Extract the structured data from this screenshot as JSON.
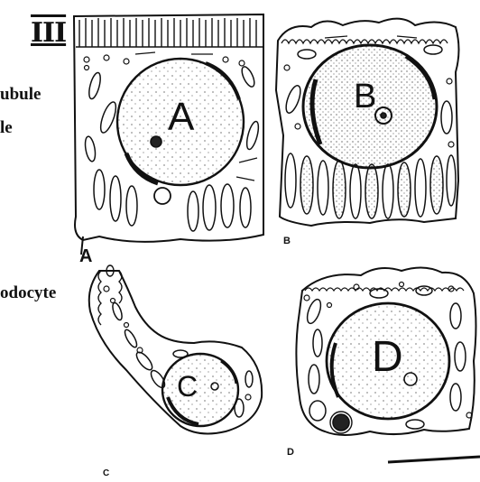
{
  "roman_numeral": "III",
  "side_labels": {
    "line1": "ubule",
    "line2": "le",
    "line3": "odocyte"
  },
  "panels": [
    {
      "id": "A",
      "letter": "A",
      "inner": "A"
    },
    {
      "id": "B",
      "letter": "B",
      "inner": "B"
    },
    {
      "id": "C",
      "letter": "C",
      "inner": "C"
    },
    {
      "id": "D",
      "letter": "D",
      "inner": "D"
    }
  ],
  "colors": {
    "ink": "#111111",
    "paper": "#ffffff"
  }
}
